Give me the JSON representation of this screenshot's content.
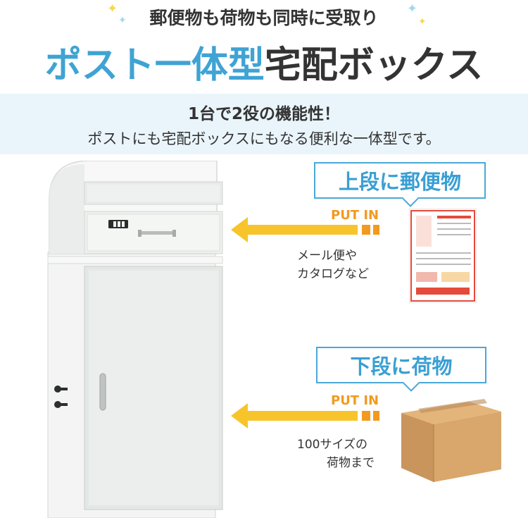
{
  "header": {
    "tagline": "郵便物も荷物も同時に受取り",
    "title_part1": "ポスト一体型",
    "title_part2": "宅配ボックス"
  },
  "band": {
    "headline": "1台で2役の機能性！",
    "description": "ポストにも宅配ボックスにもなる便利な一体型です。"
  },
  "upper": {
    "label": "上段に郵便物",
    "put_in": "PUT IN",
    "note_line1": "メール便や",
    "note_line2": "カタログなど"
  },
  "lower": {
    "label": "下段に荷物",
    "put_in": "PUT IN",
    "note_line1": "100サイズの",
    "note_line2": "荷物まで"
  },
  "colors": {
    "accent_blue": "#3fa3d4",
    "arrow_yellow": "#f7c52b",
    "put_in_orange": "#f39a1e"
  },
  "icons": [
    "sparkle-icon",
    "arrow-left-icon",
    "lock-icon",
    "envelope-icon",
    "cardboard-box-icon"
  ]
}
